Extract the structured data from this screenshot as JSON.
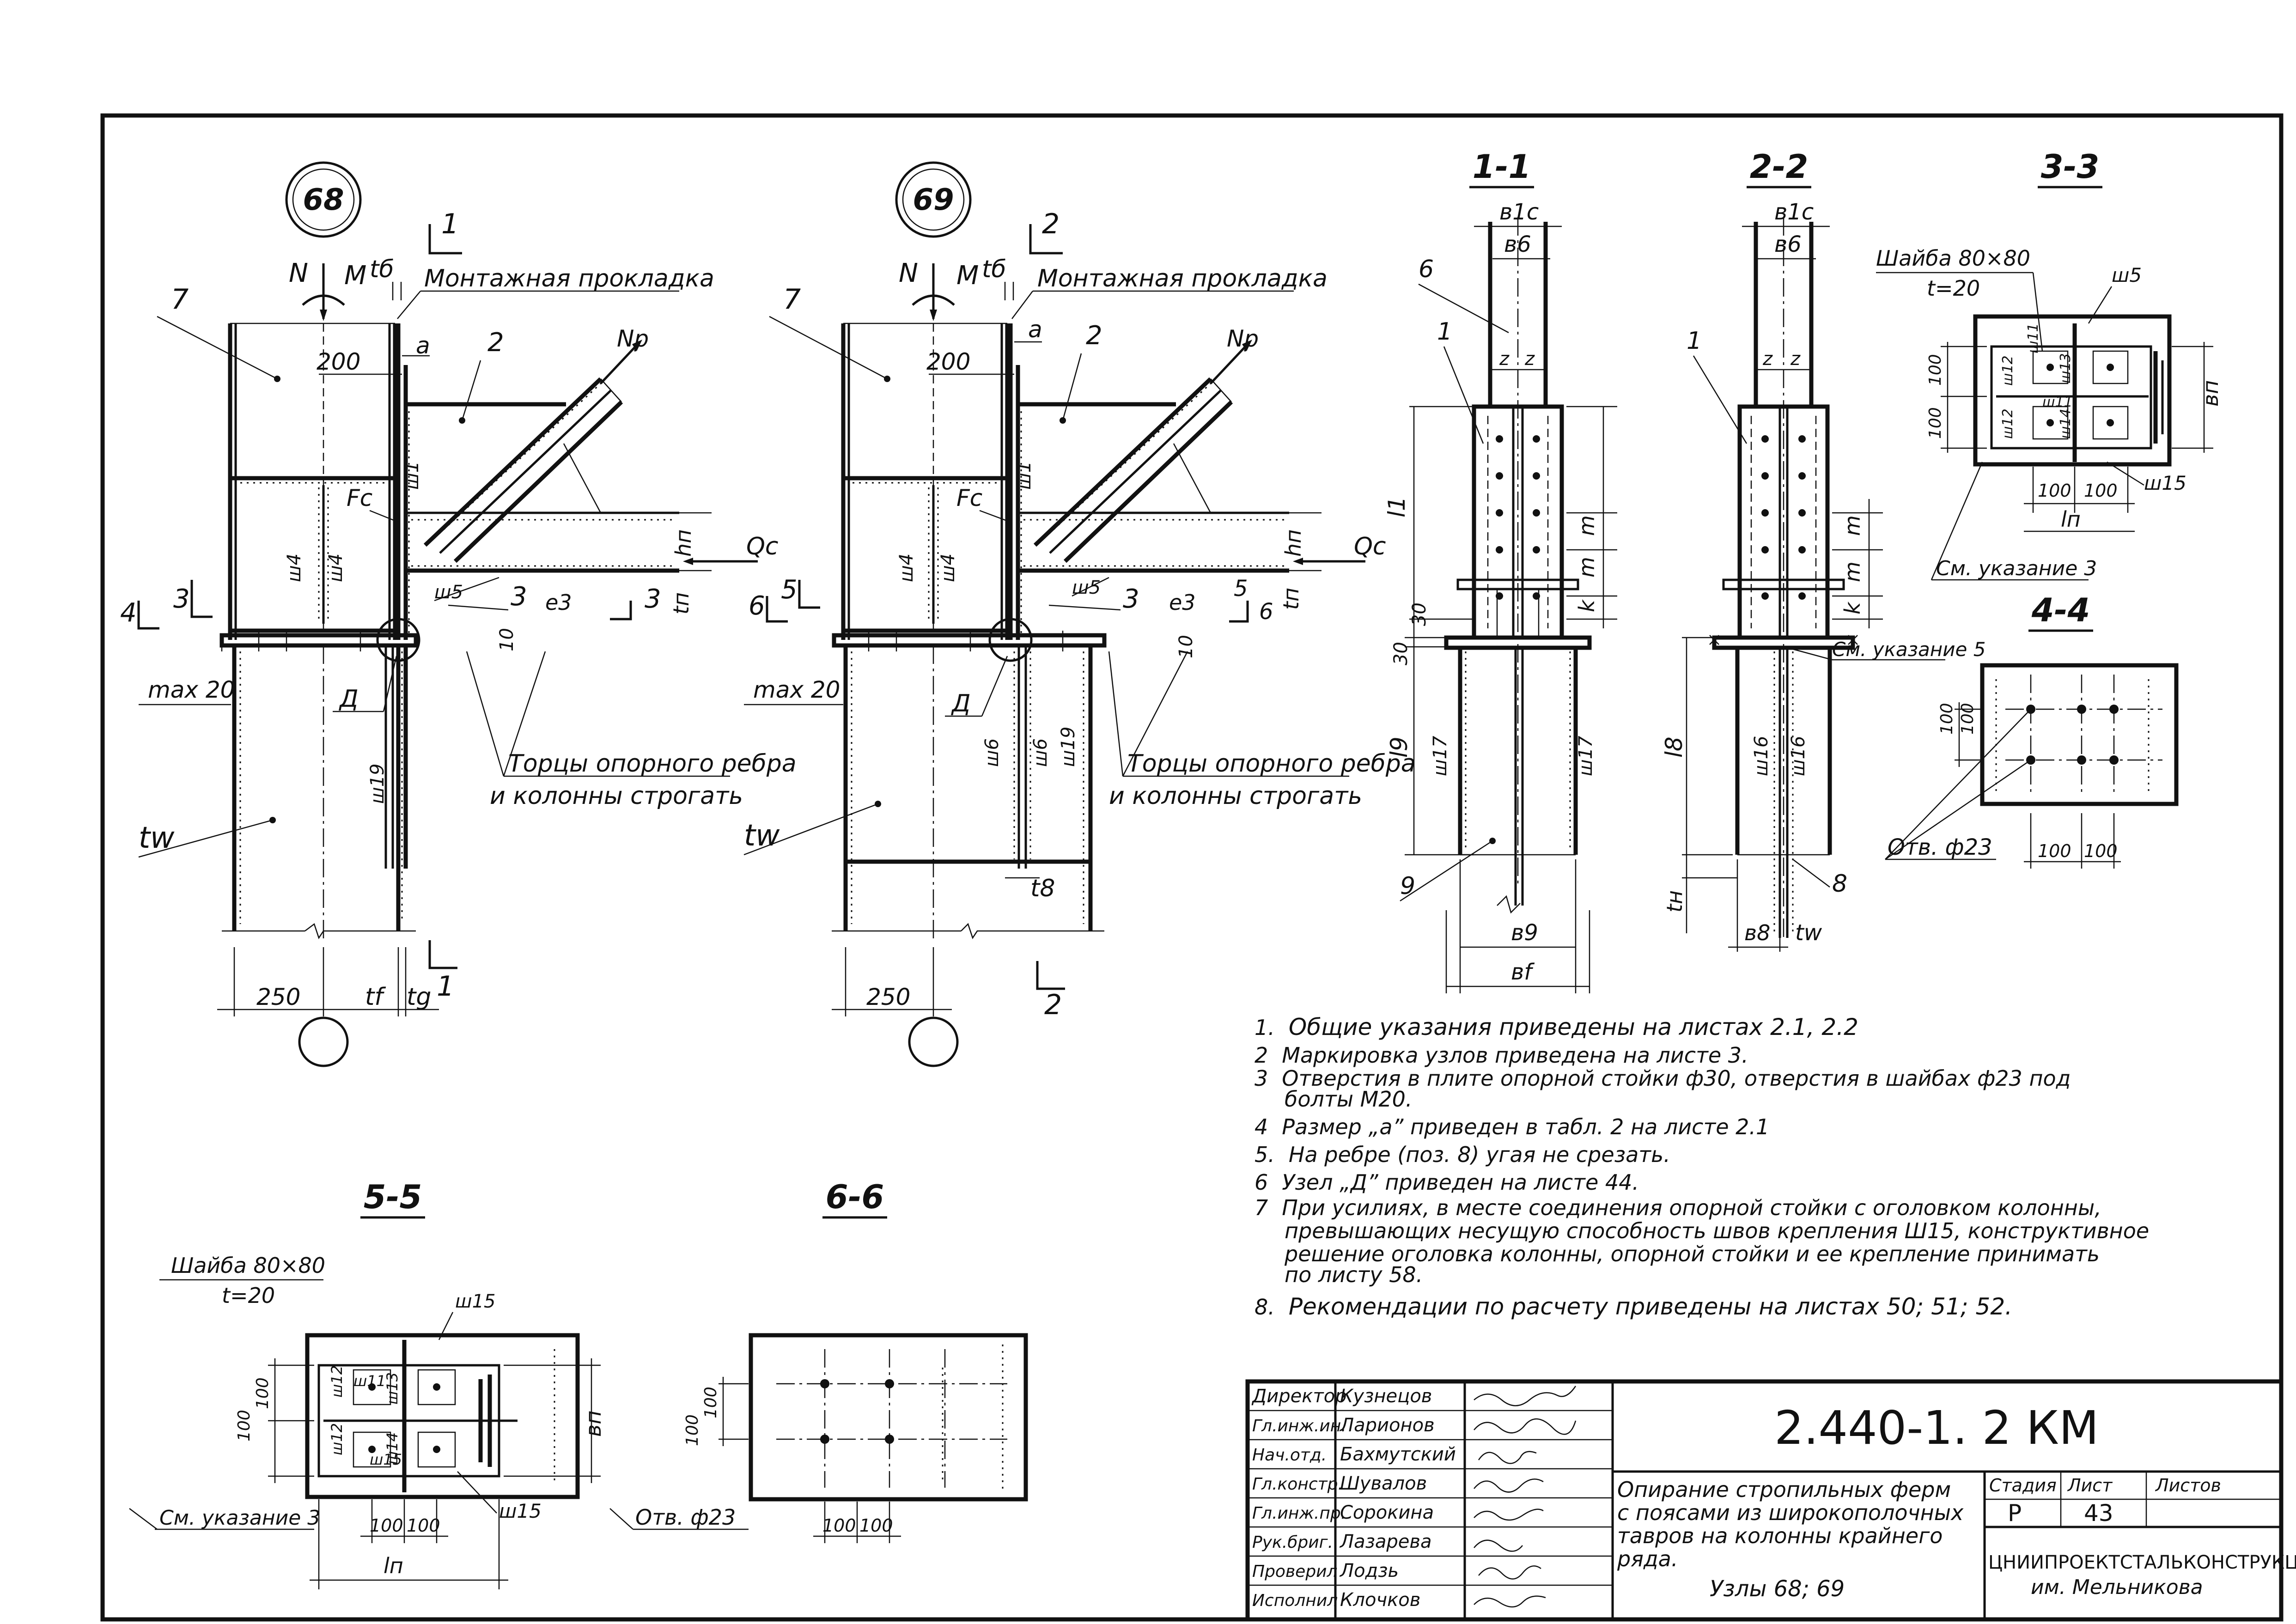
{
  "nodes": {
    "n68": {
      "circle": "68",
      "section": "1",
      "label_N": "N",
      "label_M": "M",
      "label_tb": "tб",
      "prokladka": "Монтажная прокладка",
      "p7": "7",
      "p2": "2",
      "Np": "Nр",
      "d200": "200",
      "a": "a",
      "Fc": "Fc",
      "w1": "ш1",
      "w4a": "ш4",
      "w4b": "ш4",
      "w5": "ш5",
      "hn": "hп",
      "Qc": "Qc",
      "tn": "tп",
      "e3": "e3",
      "p3": "3",
      "s3": "3",
      "s4": "4",
      "d10": "10",
      "max20": "max 20",
      "D": "Д",
      "w19": "ш19",
      "tw": "tw",
      "torcy1": "Торцы опорного ребра",
      "torcy2": "и колонны строгать",
      "d250": "250",
      "tf": "tf",
      "tg": "tg",
      "bottom_section": "1"
    },
    "n69": {
      "circle": "69",
      "section": "2",
      "label_N": "N",
      "label_M": "M",
      "label_tb": "tб",
      "prokladka": "Монтажная прокладка",
      "p7": "7",
      "p2": "2",
      "Np": "Nр",
      "d200": "200",
      "a": "a",
      "Fc": "Fc",
      "w1": "ш1",
      "w4a": "ш4",
      "w4b": "ш4",
      "w5": "ш5",
      "hn": "hп",
      "Qc": "Qc",
      "tn": "tп",
      "e3": "e3",
      "p3": "3",
      "s5": "5",
      "s6": "6",
      "d10": "10",
      "max20": "max 20",
      "D": "Д",
      "w6a": "ш6",
      "w6b": "ш6",
      "w19": "ш19",
      "tw": "tw",
      "t8": "t8",
      "torcy1": "Торцы опорного ребра",
      "torcy2": "и колонны строгать",
      "d250": "250",
      "bottom_section": "2"
    }
  },
  "sections": {
    "s11": {
      "title": "1-1",
      "b1c": "в1c",
      "b6": "в6",
      "p6": "6",
      "p1": "1",
      "z1": "z",
      "z2": "z",
      "l1": "l1",
      "m1": "m",
      "m2": "m",
      "k": "k",
      "d30a": "30",
      "d30b": "30",
      "l9": "l9",
      "w17a": "ш17",
      "w17b": "ш17",
      "p9": "9",
      "b9": "в9",
      "bf": "вf"
    },
    "s22": {
      "title": "2-2",
      "b1c": "в1c",
      "b6": "в6",
      "p1": "1",
      "z1": "z",
      "z2": "z",
      "m1": "m",
      "m2": "m",
      "k": "k",
      "l8": "l8",
      "w16a": "ш16",
      "w16b": "ш16",
      "tn": "tн",
      "b8": "в8",
      "tw": "tw",
      "p8": "8",
      "note5": "См. указание 5"
    },
    "s33": {
      "title": "3-3",
      "washer1": "Шайба 80×80",
      "washer2": "t=20",
      "w5": "ш5",
      "w11a": "ш11",
      "w11b": "ш11",
      "w12a": "ш12",
      "w12b": "ш12",
      "w13": "ш13",
      "w14": "ш14",
      "d100a": "100",
      "d100b": "100",
      "d100c": "100",
      "d100d": "100",
      "bn": "вп",
      "ln": "lп",
      "w15": "ш15",
      "note3": "См. указание 3"
    },
    "s44": {
      "title": "4-4",
      "d100a": "100",
      "d100b": "100",
      "d100c": "100",
      "d100d": "100",
      "hole": "Отв. ф23"
    },
    "s55": {
      "title": "5-5",
      "washer1": "Шайба 80×80",
      "washer2": "t=20",
      "w15top": "ш15",
      "w12a": "ш12",
      "w11a": "ш11",
      "w13": "ш13",
      "w12b": "ш12",
      "w15b": "ш15",
      "w14": "ш14",
      "d100a": "100",
      "d100b": "100",
      "d100c": "100",
      "d100d": "100",
      "bn": "вп",
      "ln": "lп",
      "w15": "ш15",
      "note3": "См. указание 3"
    },
    "s66": {
      "title": "6-6",
      "d100a": "100",
      "d100b": "100",
      "d100c": "100",
      "d100d": "100",
      "hole": "Отв. ф23"
    }
  },
  "notes": [
    {
      "num": "1.",
      "text": "Общие указания приведены на листах 2.1, 2.2"
    },
    {
      "num": "2",
      "text": "Маркировка узлов приведена на листе 3."
    },
    {
      "num": "3",
      "text": "Отверстия в плите опорной стойки ф30, отверстия в шайбах ф23 под"
    },
    {
      "num": "",
      "text": "болты М20."
    },
    {
      "num": "4",
      "text": "Размер „a” приведен в табл. 2 на листе 2.1"
    },
    {
      "num": "5.",
      "text": "На ребре (поз. 8) угая не срезать."
    },
    {
      "num": "6",
      "text": "Узел „Д” приведен на листе 44."
    },
    {
      "num": "7",
      "text": "При усилиях, в месте соединения опорной стойки с оголовком колонны,"
    },
    {
      "num": "",
      "text": "превышающих несущую способность швов крепления Ш15, конструктивное"
    },
    {
      "num": "",
      "text": "решение оголовка колонны, опорной стойки и ее крепление принимать"
    },
    {
      "num": "",
      "text": "по листу 58."
    },
    {
      "num": "8.",
      "text": "Рекомендации по расчету приведены на листах 50; 51; 52."
    }
  ],
  "title_block": {
    "code": "2.440-1. 2 КМ",
    "staff": [
      {
        "role": "Директор",
        "name": "Кузнецов"
      },
      {
        "role": "Гл.инж.ин.",
        "name": "Ларионов"
      },
      {
        "role": "Нач.отд.",
        "name": "Бахмутский"
      },
      {
        "role": "Гл.констр.",
        "name": "Шувалов"
      },
      {
        "role": "Гл.инж.пр.",
        "name": "Сорокина"
      },
      {
        "role": "Рук.бриг.",
        "name": "Лазарева"
      },
      {
        "role": "Проверил",
        "name": "Лодзь"
      },
      {
        "role": "Исполнил",
        "name": "Клочков"
      }
    ],
    "description": [
      "Опирание стропильных ферм",
      "с поясами из широкополочных",
      "тавров на колонны крайнего",
      "ряда."
    ],
    "nodes_label": "Узлы 68; 69",
    "stage_label": "Стадия",
    "sheet_label": "Лист",
    "sheets_label": "Листов",
    "stage": "Р",
    "sheet": "43",
    "sheets": "",
    "org": "ЦНИИПРОЕКТСТАЛЬКОНСТРУКЦИЯ",
    "org2": "им. Мельникова"
  }
}
